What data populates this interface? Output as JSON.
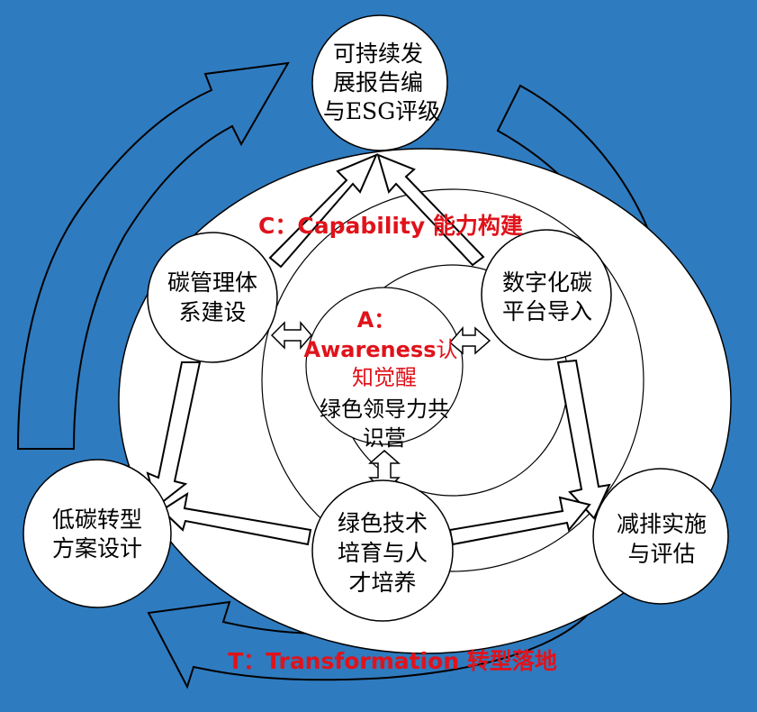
{
  "colors": {
    "background": "#2f7bbf",
    "accent_red": "#e0131b",
    "ring_fill": "#ffffff",
    "stroke": "#000000"
  },
  "labels": {
    "capability": "C：Capability 能力构建",
    "transformation": "T：Transformation 转型落地",
    "awareness_head": "A：",
    "awareness_word": "Awareness",
    "awareness_tail1": "认",
    "awareness_tail2": "知觉醒",
    "core_line1": "绿色领导力共",
    "core_line2": "识营"
  },
  "nodes": {
    "esg": {
      "lines": [
        "可持续发",
        "展报告编",
        "与ESG评级"
      ]
    },
    "carbon_mgmt": {
      "lines": [
        "碳管理体",
        "系建设"
      ]
    },
    "digital": {
      "lines": [
        "数字化碳",
        "平台导入"
      ]
    },
    "low_carbon": {
      "lines": [
        "低碳转型",
        "方案设计"
      ]
    },
    "green_tech": {
      "lines": [
        "绿色技术",
        "培育与人",
        "才培养"
      ]
    },
    "reduction": {
      "lines": [
        "减排实施",
        "与评估"
      ]
    }
  }
}
